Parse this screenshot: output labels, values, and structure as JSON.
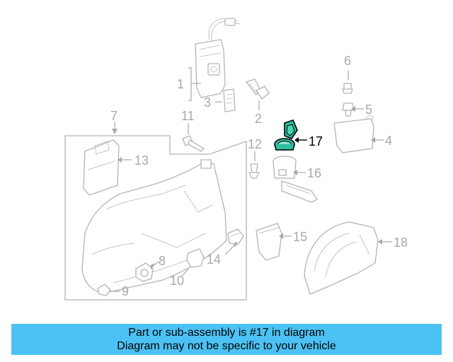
{
  "diagram": {
    "callouts": {
      "c1": "1",
      "c2": "2",
      "c3": "3",
      "c4": "4",
      "c5": "5",
      "c6": "6",
      "c7": "7",
      "c8": "8",
      "c9": "9",
      "c10": "10",
      "c11": "11",
      "c12": "12",
      "c13": "13",
      "c14": "14",
      "c15": "15",
      "c16": "16",
      "c17": "17",
      "c18": "18"
    },
    "highlighted_part": "17",
    "colors": {
      "line_art": "#b4b4b4",
      "highlight_fill": "#2bbf9f",
      "highlight_outline": "#000000",
      "banner_background": "#4cc2f4"
    }
  },
  "banner": {
    "line1": "Part or sub-assembly is #17 in diagram",
    "line2": "Diagram may not be specific to your vehicle"
  }
}
